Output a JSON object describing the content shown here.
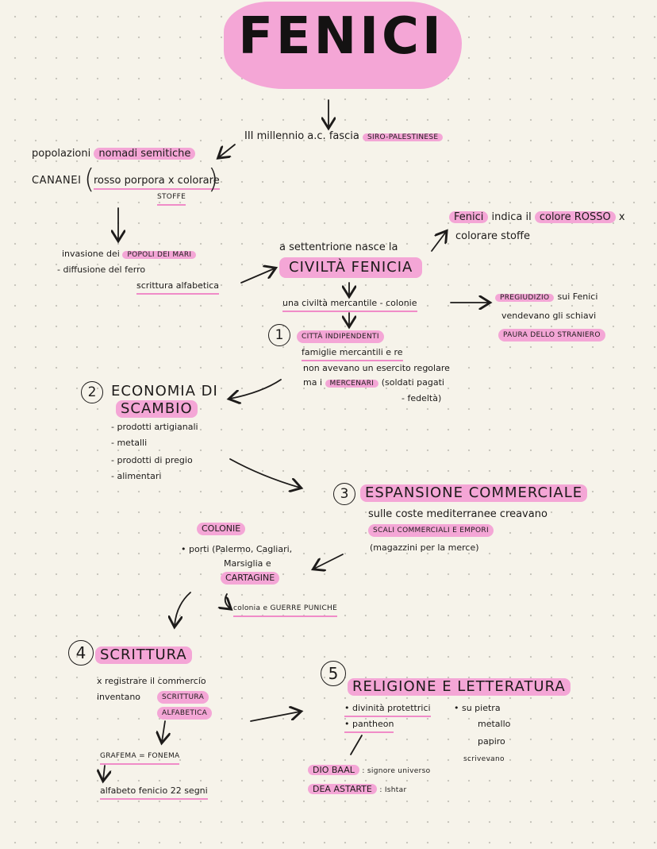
{
  "title": "FENICI",
  "origin": {
    "era": "III millennio a.c. fascia",
    "region": "SIRO-PALESTINESE"
  },
  "populations": {
    "label": "popolazioni",
    "highlight": "nomadi semitiche",
    "cananei": "CANANEI",
    "purple": "rosso porpora x colorare",
    "stoffe": "STOFFE"
  },
  "invasion": {
    "line1_prefix": "invasione dei",
    "line1_highlight": "POPOLI DEI MARI",
    "line2": "- diffusione del ferro",
    "line3": "scrittura alfabetica"
  },
  "civilization": {
    "intro": "a settentrione nasce la",
    "name": "CIVILTÀ FENICIA",
    "mercantile": "una civiltà mercantile - colonie"
  },
  "name_note": {
    "line1_a": "Fenici",
    "line1_b": "indica il",
    "line1_c": "colore ROSSO",
    "line1_d": "x",
    "line2": "colorare stoffe"
  },
  "prejudice": {
    "word": "PREGIUDIZIO",
    "rest": "sui Fenici",
    "line2": "vendevano gli schiavi",
    "line3": "PAURA DELLO STRANIERO"
  },
  "point1": {
    "number": "1",
    "title": "CITTÀ INDIPENDENTI",
    "line2": "famiglie mercantili e re",
    "line3": "non avevano un esercito regolare",
    "line4_prefix": "ma i",
    "mercenari": "MERCENARI",
    "paren1": "(soldati pagati",
    "paren2": "- fedeltà)"
  },
  "point2": {
    "number": "2",
    "title1": "ECONOMIA DI",
    "title2": "SCAMBIO",
    "items": [
      "- prodotti artigianali",
      "- metalli",
      "- prodotti di pregio",
      "- alimentari"
    ]
  },
  "point3": {
    "number": "3",
    "title": "ESPANSIONE COMMERCIALE",
    "line1": "sulle coste mediterranee creavano",
    "line2": "SCALI COMMERCIALI E EMPORI",
    "line3": "(magazzini per la merce)"
  },
  "colonies": {
    "title": "COLONIE",
    "line1": "• porti (Palermo, Cagliari,",
    "line2": "Marsiglia e",
    "line3": "CARTAGINE",
    "line4": "colonia e GUERRE PUNICHE"
  },
  "point4": {
    "number": "4",
    "title": "SCRITTURA",
    "line1": "x registrare il commercio",
    "line2": "inventano",
    "hl1": "SCRITTURA",
    "hl2": "ALFABETICA",
    "grafema": "GRAFEMA = FONEMA",
    "alfabeto": "alfabeto fenicio 22 segni"
  },
  "point5": {
    "number": "5",
    "title": "RELIGIONE E LETTERATURA",
    "item1": "• divinità protettrici",
    "item2": "• pantheon",
    "baal_name": "DIO BAAL",
    "baal_rest": ": signore universo",
    "astarte_name": "DEA ASTARTE",
    "astarte_rest": ": Ishtar",
    "media1": "• su pietra",
    "media2": "metallo",
    "media3": "papiro",
    "media4": "scrivevano"
  },
  "colors": {
    "highlight": "#f4a6d6",
    "underline": "#f08cc8",
    "paper": "#f6f3ea",
    "ink": "#1d1b1a"
  }
}
